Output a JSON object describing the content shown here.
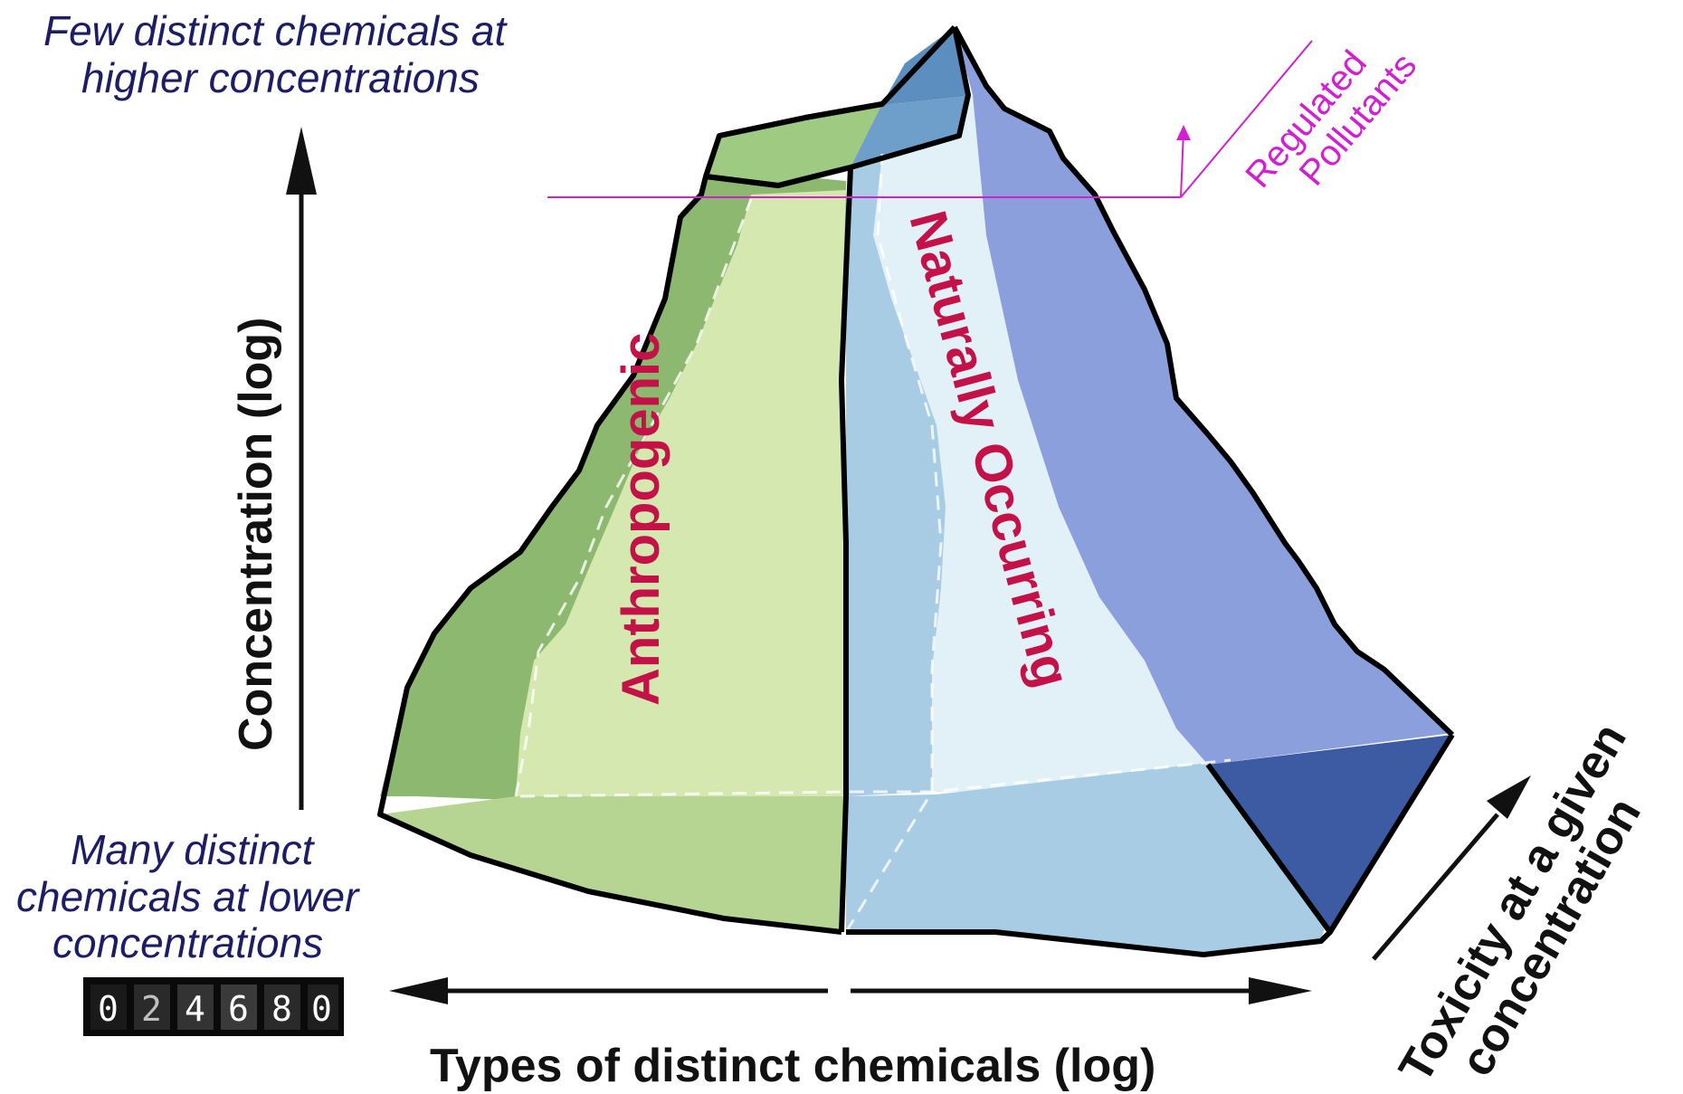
{
  "labels": {
    "top_left": [
      "Few distinct chemicals at",
      "higher concentrations"
    ],
    "bottom_left": [
      "Many distinct",
      "chemicals at lower",
      "concentrations"
    ],
    "y_axis": "Concentration (log)",
    "x_axis": "Types  of distinct chemicals (log)",
    "toxicity_axis": [
      "Toxicity at a given",
      "concentration"
    ],
    "regulated": [
      "Regulated",
      "Pollutants"
    ],
    "anthropogenic": "Anthropogenic",
    "naturally_occurring": "Naturally Occurring"
  },
  "counter": {
    "digits": [
      "0",
      "2",
      "4",
      "6",
      "8",
      "0"
    ]
  },
  "colors": {
    "anthropogenic_light": "#d5e8b0",
    "anthropogenic_mid": "#b6d592",
    "anthropogenic_dark": "#8db870",
    "natural_light": "#e2f1f8",
    "natural_mid": "#a8cce3",
    "natural_blue": "#8a9fdc",
    "natural_dark": "#3d5ba3",
    "region_text": "#c41248",
    "regulated_line": "#d21fd2",
    "axis_text": "#1d1d66"
  }
}
